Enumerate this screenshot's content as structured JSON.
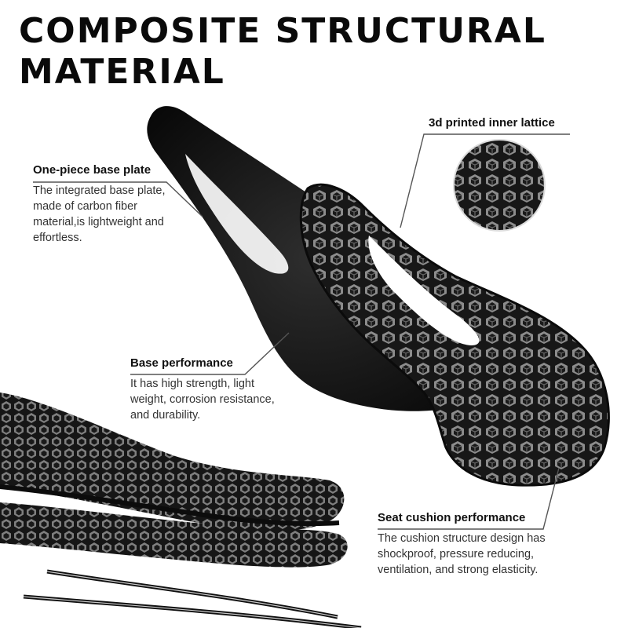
{
  "title": "COMPOSITE STRUCTURAL MATERIAL",
  "callouts": {
    "base_plate": {
      "heading": "One-piece base plate",
      "body": "The integrated base plate, made of carbon fiber material,is lightweight and effortless."
    },
    "lattice": {
      "heading": "3d printed inner lattice"
    },
    "base_performance": {
      "heading": "Base performance",
      "body": "It has high strength, light weight, corrosion resistance, and durability."
    },
    "cushion_performance": {
      "heading": "Seat cushion performance",
      "body": "The cushion structure design has shockproof, pressure reducing, ventilation, and strong elasticity."
    }
  },
  "colors": {
    "title": "#0a0a0a",
    "leader_line": "#555555",
    "lattice_dark": "#151515",
    "lattice_light": "#8a8a8a"
  }
}
